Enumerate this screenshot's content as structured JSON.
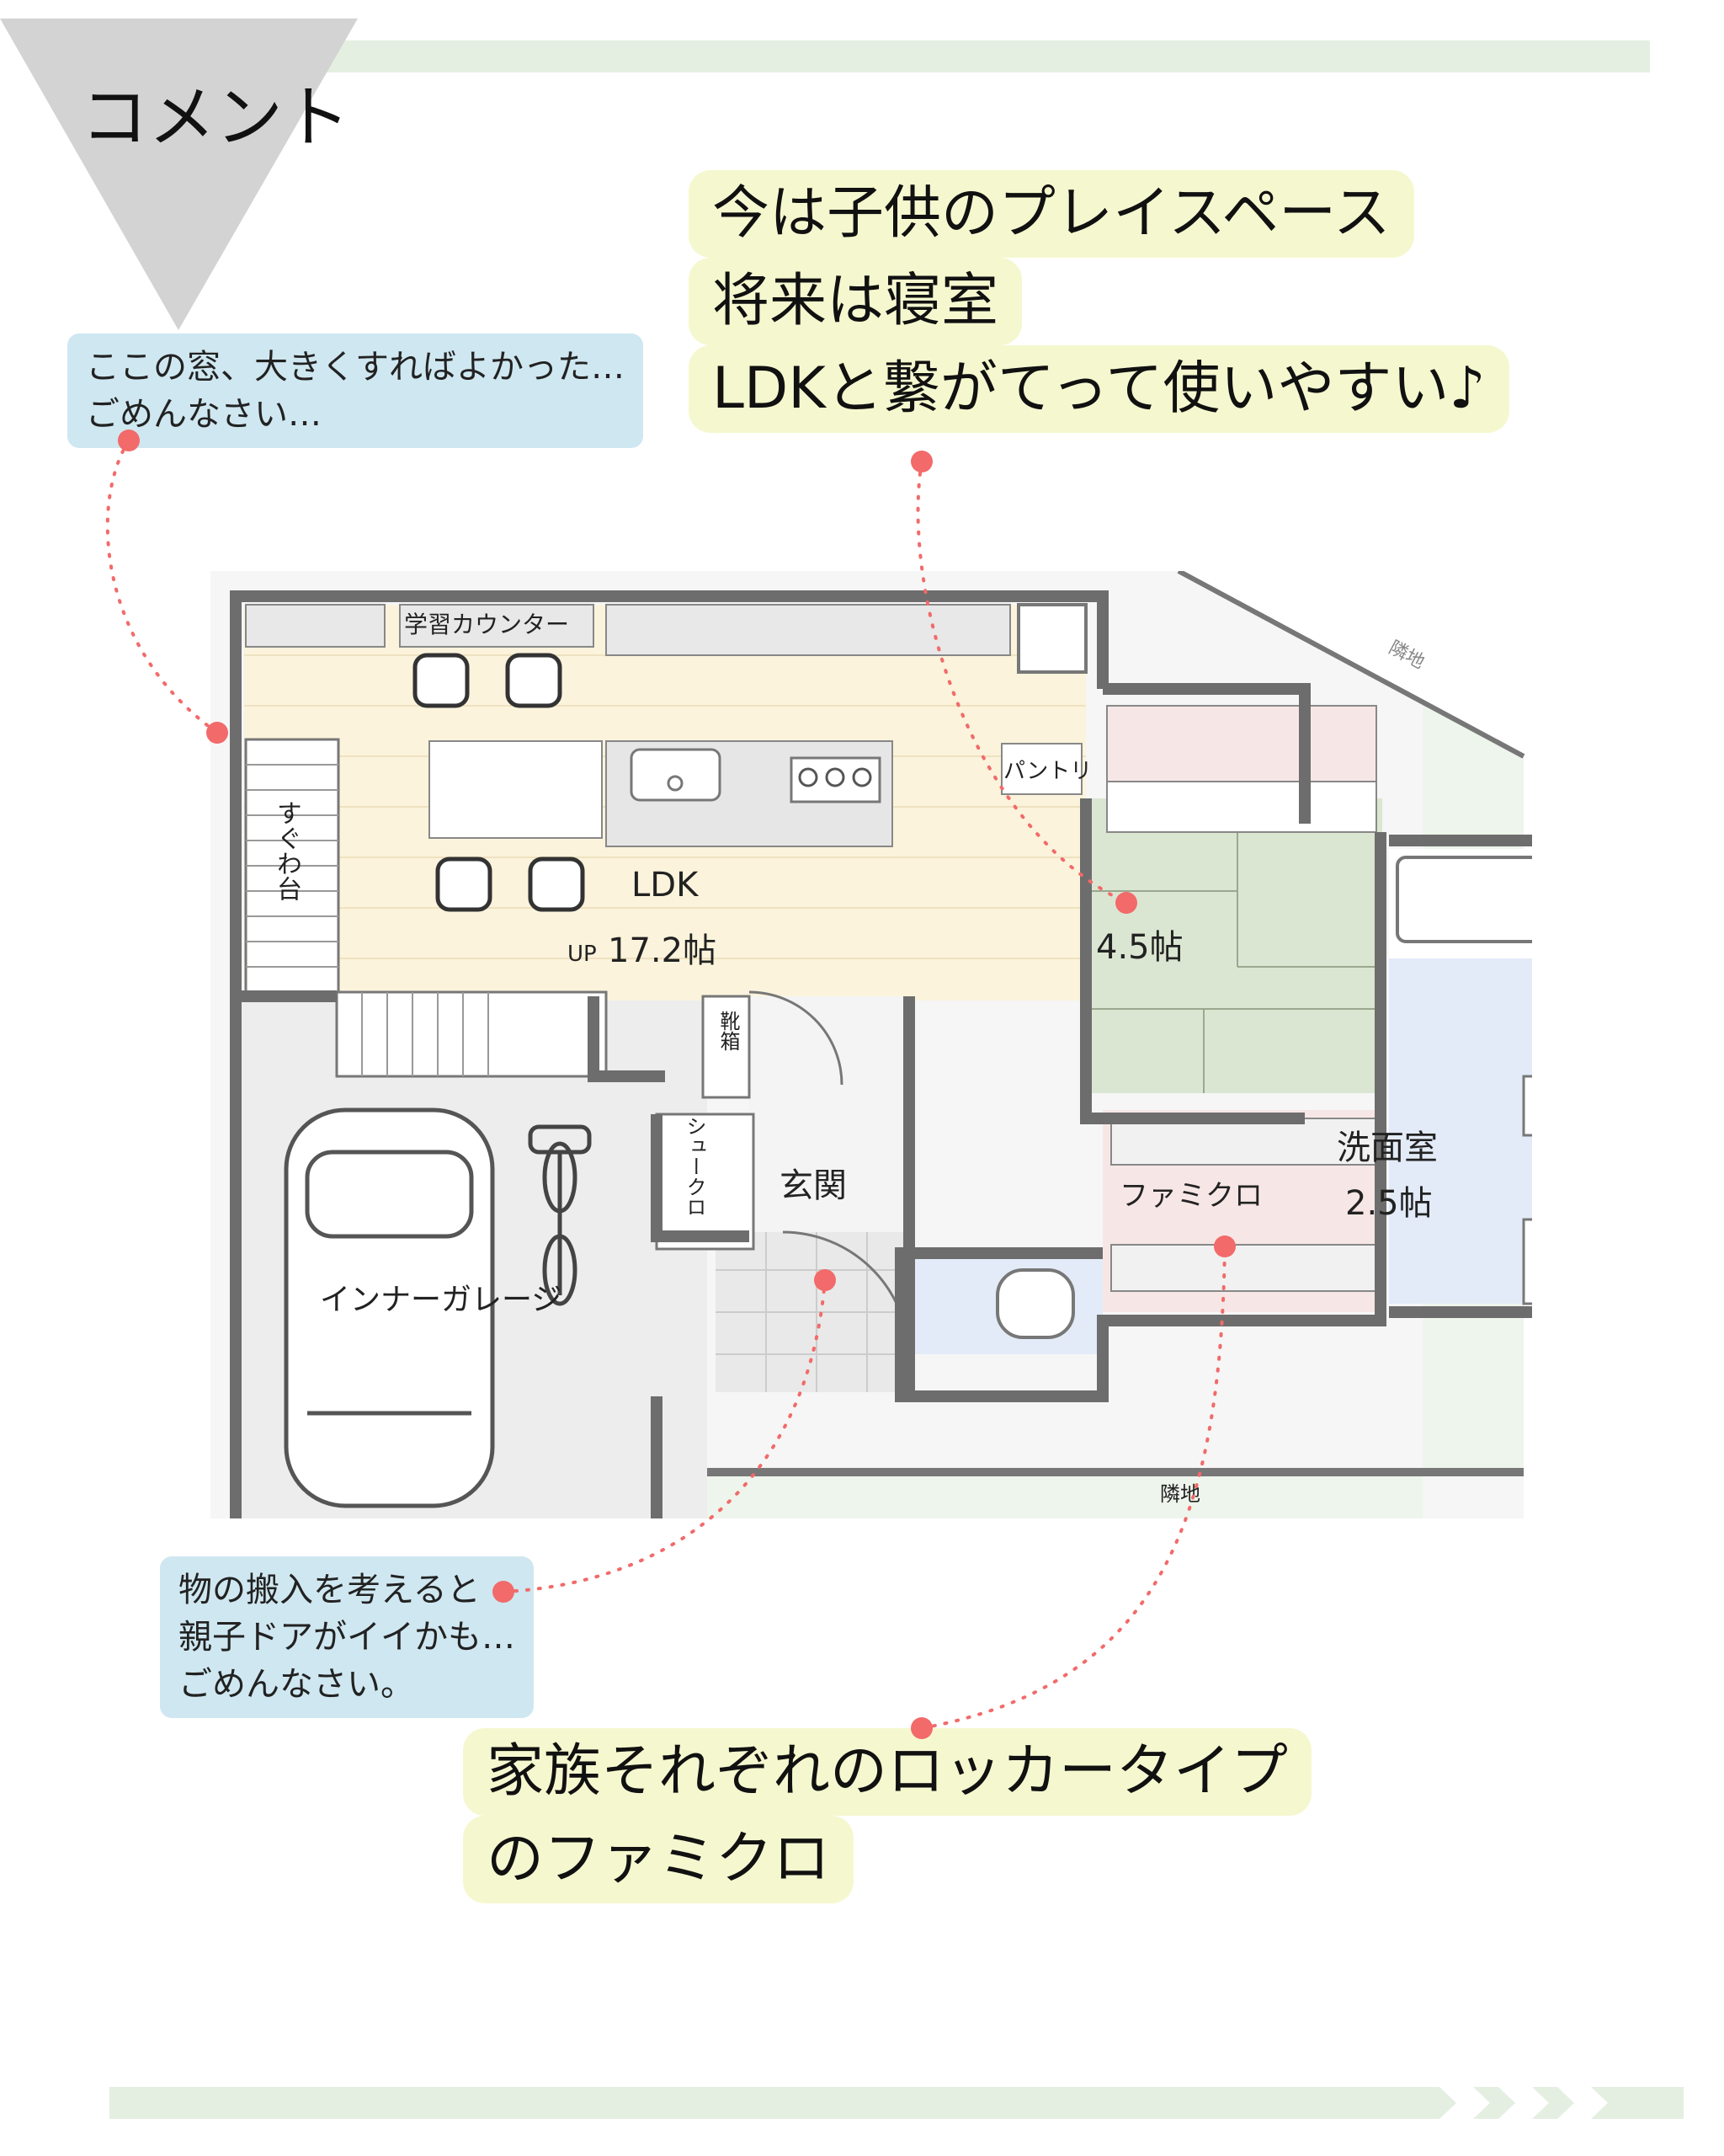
{
  "header": {
    "title": "コメント"
  },
  "comments": {
    "window": {
      "lines": [
        "ここの窓、大きくすればよかった…",
        "ごめんなさい…"
      ]
    },
    "tatami": {
      "lines": [
        "今は子供のプレイスペース",
        "将来は寝室",
        "LDKと繋がてって使いやすい♪"
      ]
    },
    "door": {
      "lines": [
        "物の搬入を考えると",
        "親子ドアがイイかも…",
        "ごめんなさい。"
      ]
    },
    "famikuro": {
      "lines": [
        "家族それぞれのロッカータイプ",
        "のファミクロ"
      ]
    }
  },
  "floorplan": {
    "rooms": {
      "study_counter": "学習カウンター",
      "pantry": "パントリ",
      "stairs": "すぐわ台",
      "ldk": "LDK",
      "up": "UP",
      "ldk_size": "17.2帖",
      "tatami_size": "4.5帖",
      "shoe_box": "靴箱",
      "shoe_closet": "シュークロ",
      "entrance": "玄関",
      "famikuro": "ファミクロ",
      "washroom": "洗面室",
      "washroom_size": "2.5帖",
      "garage": "インナーガレージ",
      "neighbor_bottom": "隣地",
      "neighbor_top": "隣地"
    }
  },
  "colors": {
    "accent_red": "#f26a6a",
    "bubble_blue": "#cfe7f0",
    "bubble_yellow": "#f5f8cf",
    "bar_green": "#e4efe2",
    "wall": "#6d6d6d",
    "ldk_floor": "#fbf3dc",
    "tatami": "#dbe6d2",
    "water": "#e3ebf8",
    "yard": "#eef5ec"
  }
}
